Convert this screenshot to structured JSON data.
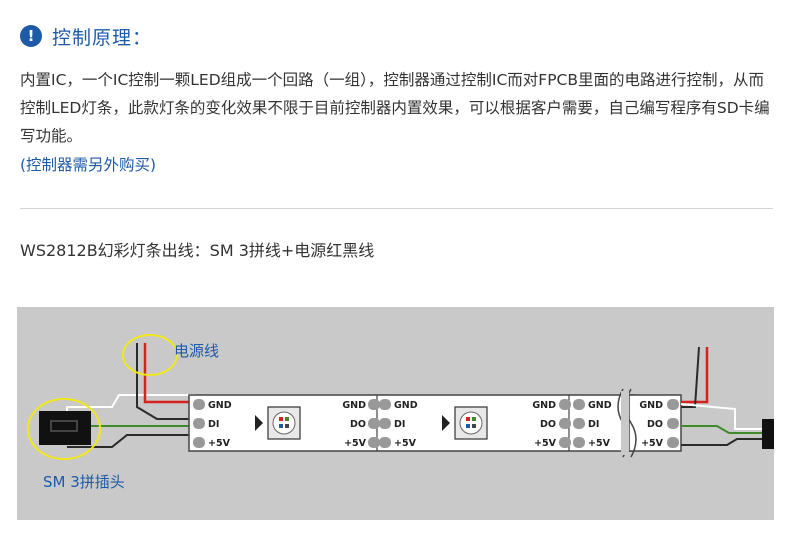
{
  "section": {
    "icon": "exclamation-info-icon",
    "title": "控制原理："
  },
  "description": "内置IC，一个IC控制一颗LED组成一个回路（一组），控制器通过控制IC而对FPCB里面的电路进行控制，从而控制LED灯条，此款灯条的变化效果不限于目前控制器内置效果，可以根据客户需要，自己编写程序有SD卡编写功能。",
  "note": "(控制器需另外购买)",
  "subtitle": "WS2812B幻彩灯条出线：SM 3拼线+电源红黑线",
  "diagram": {
    "power_wire_label": "电源线",
    "connector_label": "SM 3拼插头",
    "segments": [
      {
        "left_pins": [
          "GND",
          "DI",
          "+5V"
        ],
        "right_pins": [
          "GND",
          "DO",
          "+5V"
        ]
      },
      {
        "left_pins": [
          "GND",
          "DI",
          "+5V"
        ],
        "right_pins": [
          "GND",
          "DO",
          "+5V"
        ]
      },
      {
        "left_pins": [
          "GND",
          "DI",
          "+5V"
        ],
        "right_pins": [
          "GND",
          "DO",
          "+5V"
        ]
      }
    ],
    "colors": {
      "background": "#c9c9c9",
      "strip": "#ffffff",
      "red_wire": "#d4231c",
      "green_wire": "#3f8a2a",
      "white_wire": "#ffffff",
      "highlight": "#f0e81a",
      "label": "#1e5aa8"
    }
  }
}
